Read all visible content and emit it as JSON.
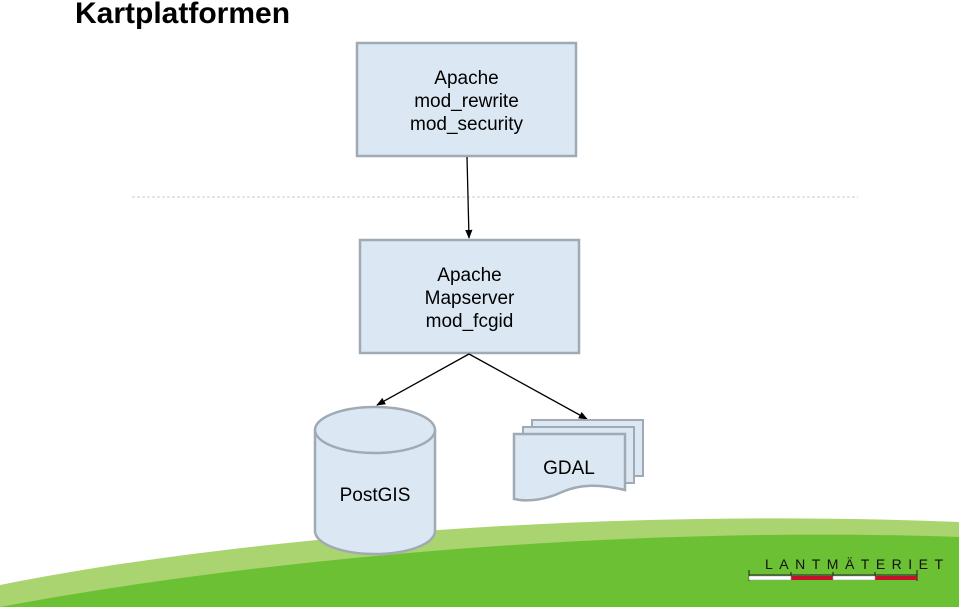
{
  "title": "Kartplatformen",
  "nodes": {
    "frontend": {
      "lines": [
        "Apache",
        "mod_rewrite",
        "mod_security"
      ]
    },
    "mapserver": {
      "lines": [
        "Apache",
        "Mapserver",
        "mod_fcgid"
      ]
    },
    "postgis": {
      "label": "PostGIS"
    },
    "gdal": {
      "label": "GDAL"
    }
  },
  "logo": {
    "text": "LANTMÄTERIET"
  },
  "colors": {
    "box_fill": "#dbe8f3",
    "box_stroke": "#a0aab4",
    "grass_light": "#a9d46f",
    "grass_dark": "#6cc033",
    "logo_red": "#c8102e"
  }
}
